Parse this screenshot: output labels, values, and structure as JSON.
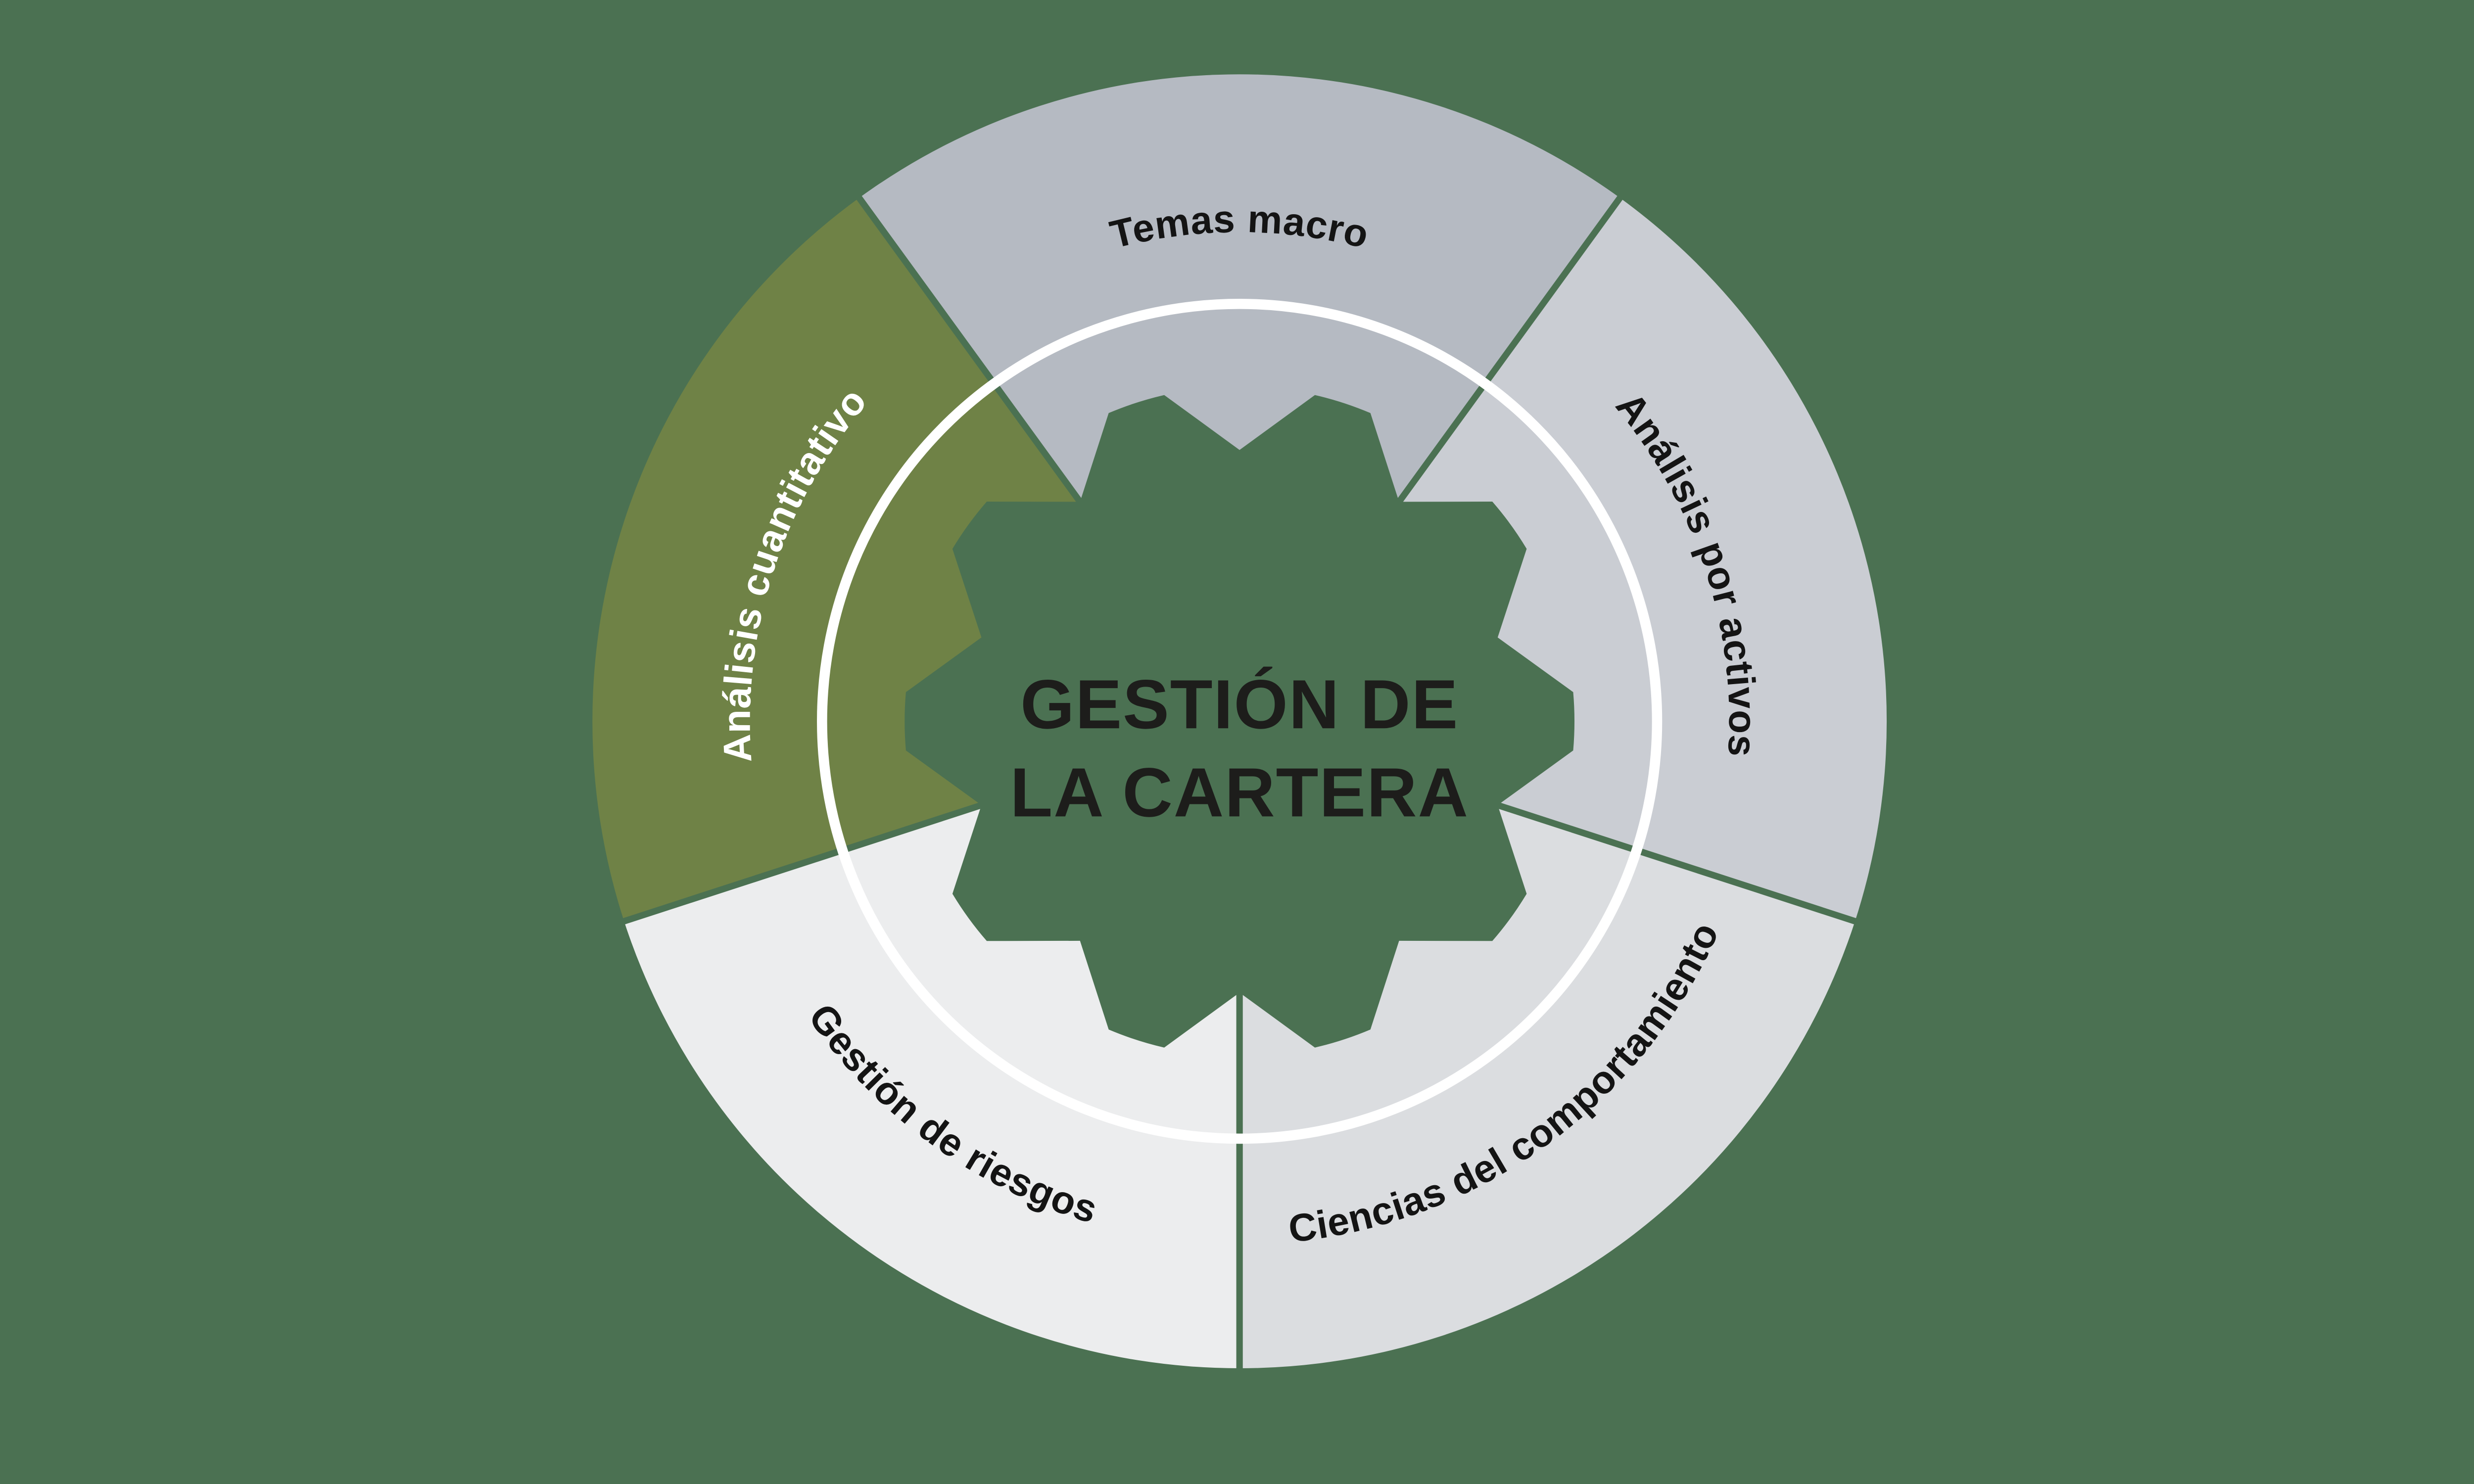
{
  "diagram": {
    "type": "circular-process-wheel",
    "title": {
      "line1": "GESTIÓN DE",
      "line2": "LA CARTERA"
    },
    "segments": [
      {
        "id": "temas-macro",
        "label": "Temas macro",
        "color": "#b5bac2",
        "text_color": "#141414",
        "position": "top"
      },
      {
        "id": "analisis-por-activos",
        "label": "Análisis por activos",
        "color": "#cacdd3",
        "text_color": "#141414",
        "position": "right"
      },
      {
        "id": "ciencias-del-comportamiento",
        "label": "Ciencias del comportamiento",
        "color": "#dbdde0",
        "text_color": "#141414",
        "position": "bottom-right"
      },
      {
        "id": "gestion-de-riesgos",
        "label": "Gestión de riesgos",
        "color": "#ecedee",
        "text_color": "#141414",
        "position": "bottom-left"
      },
      {
        "id": "analisis-cuantitativo",
        "label": "Análisis cuantitativo",
        "color": "#6f8246",
        "text_color": "#ffffff",
        "position": "left"
      }
    ],
    "colors": {
      "background": "#4b7152",
      "ring": "#ffffff",
      "title_text": "#1d1d1b"
    }
  }
}
